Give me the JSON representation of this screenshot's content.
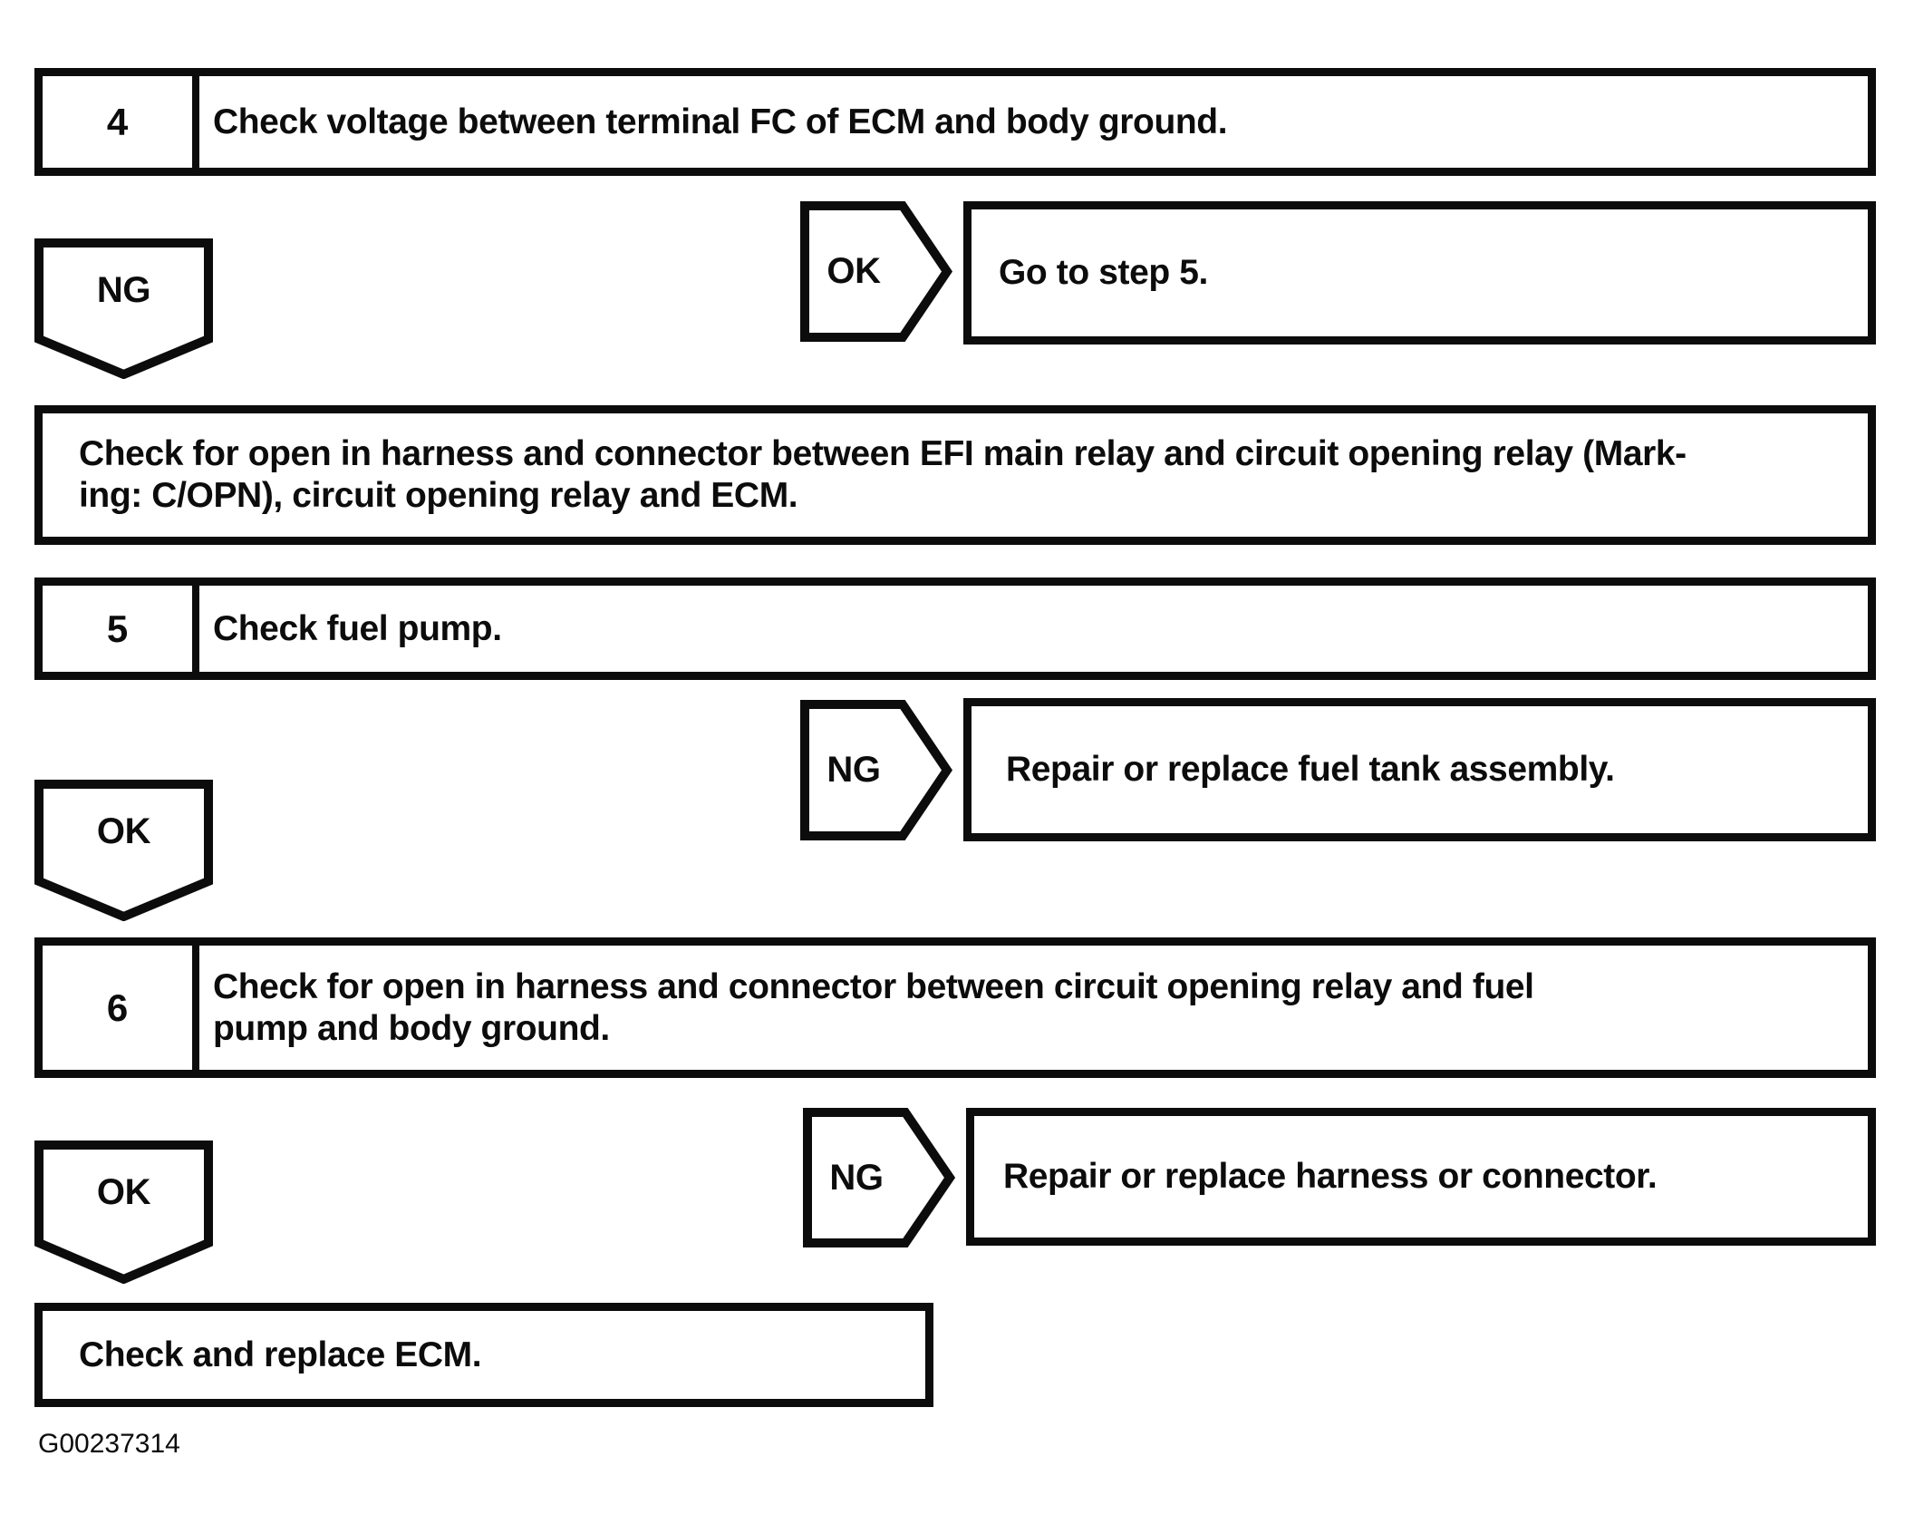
{
  "labels": {
    "ok": "OK",
    "ng": "NG"
  },
  "steps": {
    "s4": {
      "number": "4",
      "text": "Check voltage between terminal FC of ECM and body ground."
    },
    "s5": {
      "number": "5",
      "text": "Check fuel pump."
    },
    "s6": {
      "number": "6",
      "text": "Check for open in harness and connector between circuit opening relay and fuel\npump and body ground."
    }
  },
  "results": {
    "goto5": "Go to step 5.",
    "open_efi": "Check for open in harness and connector between EFI main relay and circuit opening relay (Mark-\ning: C/OPN), circuit opening relay and ECM.",
    "repair_fuel_tank": "Repair or replace fuel tank assembly.",
    "repair_harness": "Repair or replace harness or connector.",
    "replace_ecm": "Check and replace ECM."
  },
  "figure_id": "G00237314",
  "colors": {
    "ink": "#0c0c0c",
    "paper": "#ffffff"
  }
}
